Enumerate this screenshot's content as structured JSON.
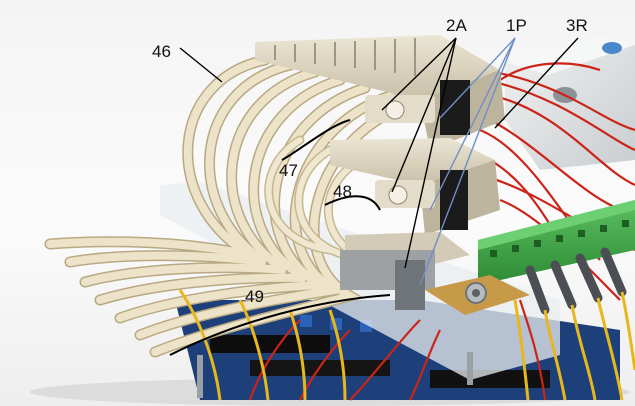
{
  "figure": {
    "labels": {
      "tubes": "46",
      "manifold_1": "47",
      "manifold_2": "48",
      "manifold_3": "49",
      "output_port": "2A",
      "pressure_port": "1P",
      "exhaust_port": "3R"
    }
  },
  "colors": {
    "tube": "#ece3c8",
    "tube_shadow": "#b9a983",
    "valve_body": "#ddd6c4",
    "terminal_green": "#3fa845",
    "pcb": "#1d3f7a",
    "wire_red": "#cc2419",
    "wire_yellow": "#e6b81e",
    "leader_line_blue": "#6f8fc4",
    "leader_line_black": "#000000"
  }
}
